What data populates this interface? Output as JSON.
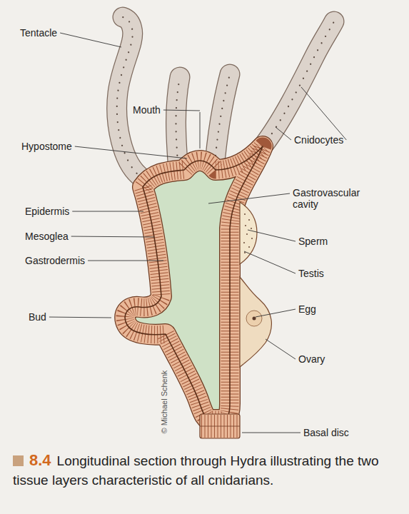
{
  "diagram": {
    "caption": "Longitudinal section through Hydra illustrating the two tissue layers characteristic of all cnidarians.",
    "labels": [
      "Tentacle",
      "Mouth",
      "Hypostome",
      "Cnidocytes",
      "Epidermis",
      "Mesoglea",
      "Gastrovascular cavity",
      "Gastrodermis",
      "Sperm",
      "Testis",
      "Bud",
      "Egg",
      "Ovary",
      "© Michael Schenk",
      "Basal disc",
      "8.4"
    ]
  }
}
